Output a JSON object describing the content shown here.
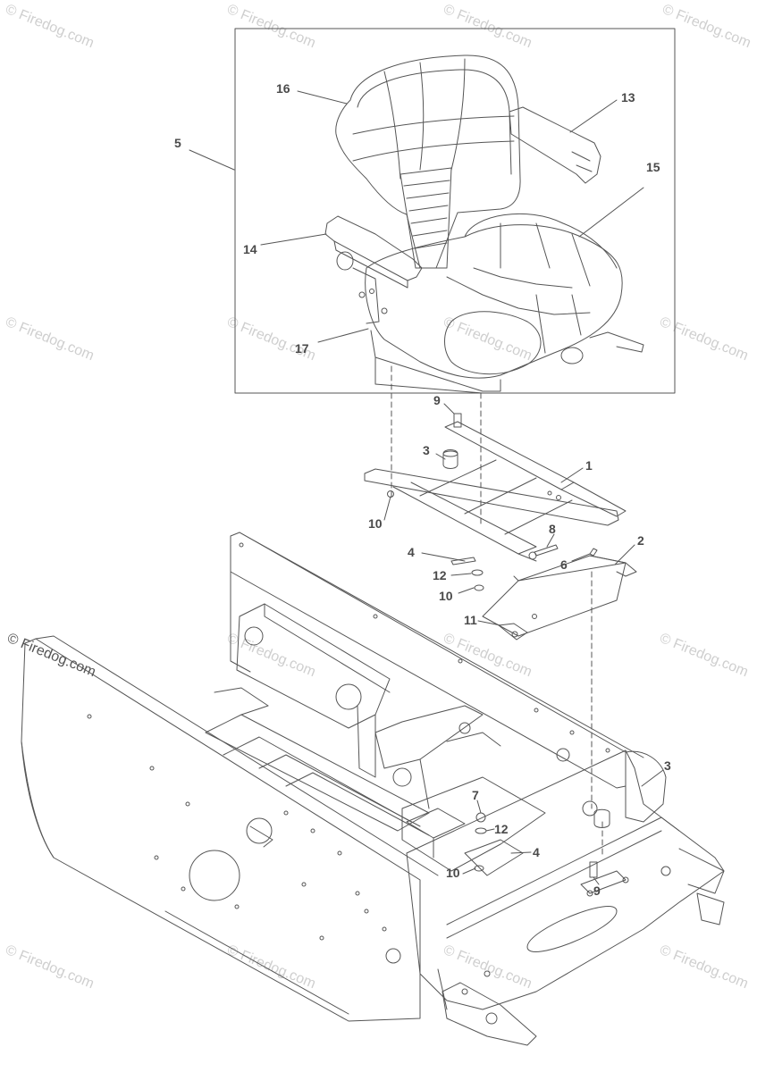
{
  "watermark_text": "© Firedog.com",
  "callouts": {
    "c1": "1",
    "c2": "2",
    "c3a": "3",
    "c3b": "3",
    "c4a": "4",
    "c4b": "4",
    "c5": "5",
    "c6": "6",
    "c7": "7",
    "c8": "8",
    "c9a": "9",
    "c9b": "9",
    "c10a": "10",
    "c10b": "10",
    "c10c": "10",
    "c11": "11",
    "c12a": "12",
    "c12b": "12",
    "c13": "13",
    "c14": "14",
    "c15": "15",
    "c16": "16",
    "c17": "17"
  },
  "colors": {
    "line": "#555555",
    "callout_text": "#4a4a4a",
    "watermark": "#cfcfcf"
  }
}
